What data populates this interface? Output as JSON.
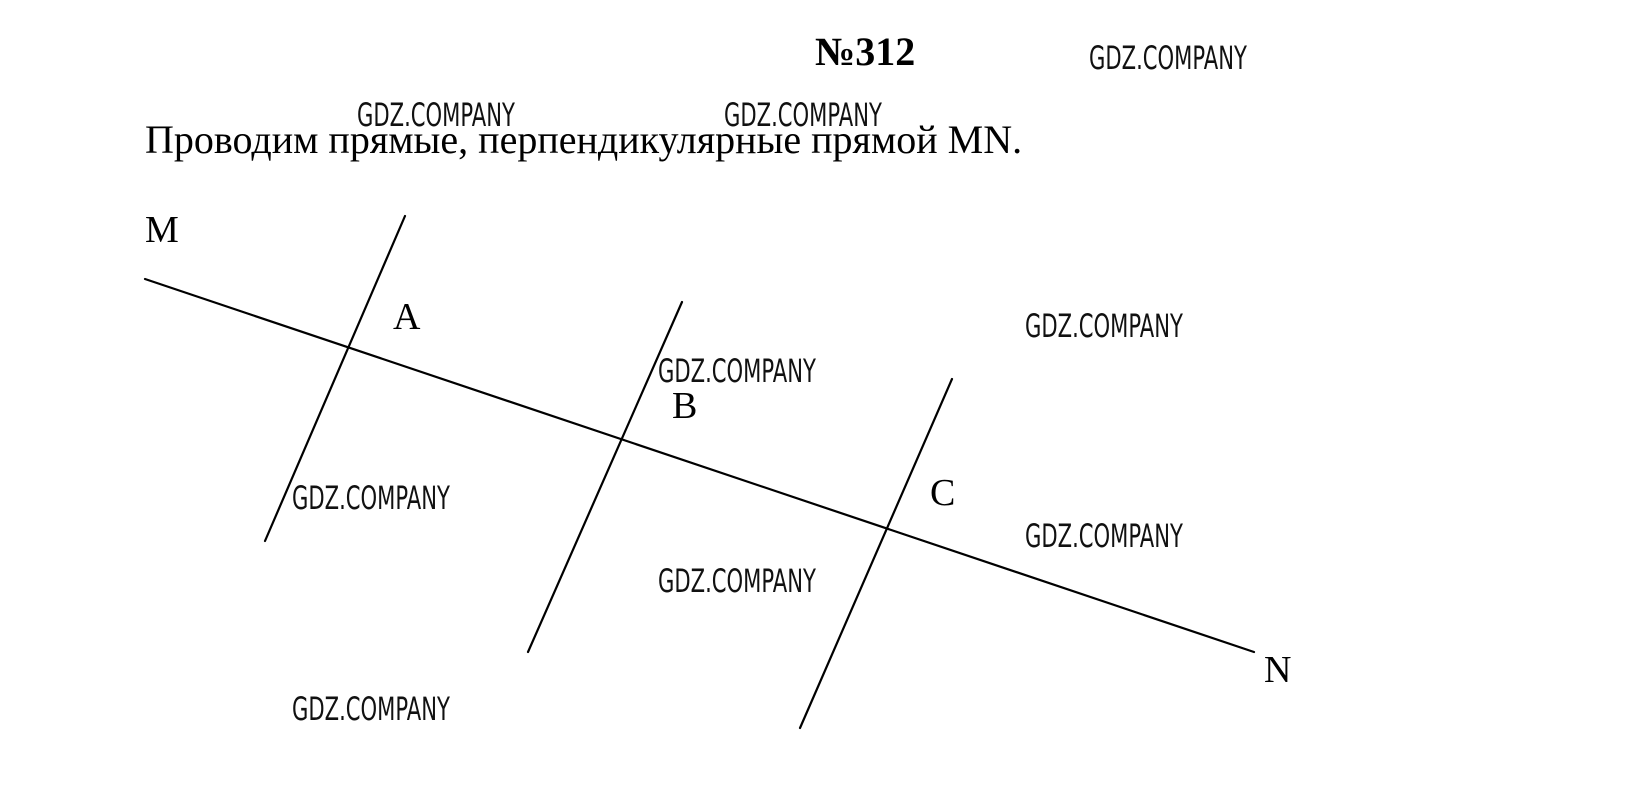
{
  "problem": {
    "number": "№312",
    "statement": "Проводим прямые, перпендикулярные прямой MN."
  },
  "points": {
    "M": "M",
    "N": "N",
    "A": "A",
    "B": "B",
    "C": "C"
  },
  "watermark": "GDZ.COMPANY"
}
